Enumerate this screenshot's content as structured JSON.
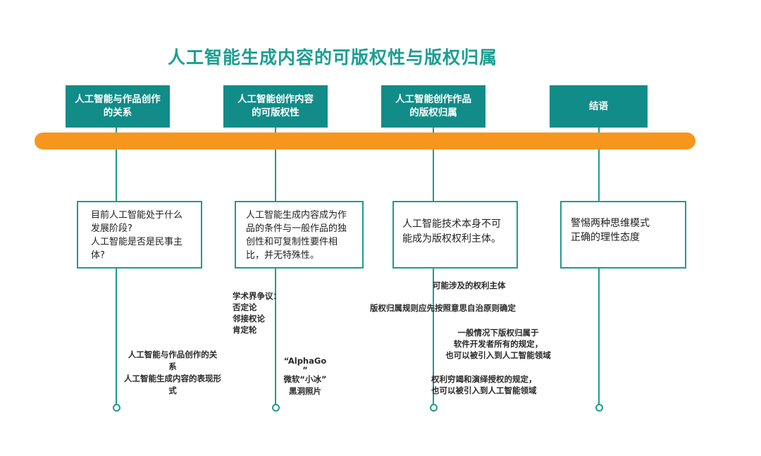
{
  "title": "人工智能生成内容的可版权性与版权归属",
  "sections": [
    {
      "heading_lines": [
        "人工智能与作品创作",
        "的关系"
      ],
      "box_lines": [
        "目前人工智能处于什么",
        "发展阶段?",
        "人工智能是否是民事主",
        "体?"
      ]
    },
    {
      "heading_lines": [
        "人工智能创作内容",
        "的可版权性"
      ],
      "box_lines": [
        "人工智能生成内容成为作",
        "品的条件与一般作品的独",
        "创性和可复制性要件相",
        "比，并无特殊性。"
      ]
    },
    {
      "heading_lines": [
        "人工智能创作作品",
        "的版权归属"
      ],
      "box_lines": [
        "人工智能技术本身不可",
        "能成为版权权利主体。"
      ]
    },
    {
      "heading_lines": [
        "结语"
      ],
      "box_lines": [
        "警惕两种思维模式",
        "正确的理性态度"
      ]
    }
  ],
  "notes": {
    "s1": [
      "人工智能与作品创作的关",
      "系",
      "人工智能生成内容的表现形",
      "式"
    ],
    "s2a": [
      "学术界争议：",
      "否定论",
      "邻接权论",
      "肯定轮"
    ],
    "s2b": [
      "“AlphaGo",
      "”",
      "微软“小冰”",
      "黑洞照片"
    ],
    "s3a": "可能涉及的权利主体",
    "s3b": "版权归属规则应先按照意思自治原则确定",
    "s3c": [
      "一般情况下版权归属于",
      "软件开发者所有的规定，",
      "也可以被引入到人工智能领域"
    ],
    "s3d": [
      "权利穷竭和演绎授权的规定，",
      "也可以被引入到人工智能领域"
    ]
  }
}
